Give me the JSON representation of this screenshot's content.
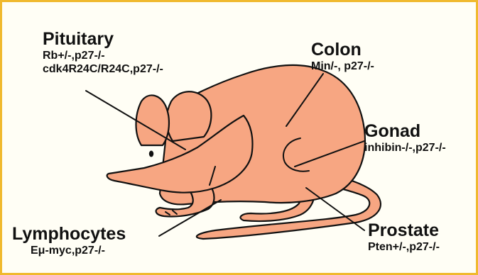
{
  "colors": {
    "border": "#f0b92e",
    "background": "#fffef5",
    "mouse_fill": "#f7a682",
    "outline": "#111111"
  },
  "labels": {
    "pituitary": {
      "title": "Pituitary",
      "genotypes": [
        "Rb+/-,p27-/-",
        "cdk4R24C/R24C,p27-/-"
      ]
    },
    "colon": {
      "title": "Colon",
      "genotypes": [
        "Min/-, p27-/-"
      ]
    },
    "gonad": {
      "title": "Gonad",
      "genotypes": [
        "inhibin-/-,p27-/-"
      ]
    },
    "lymphocytes": {
      "title": "Lymphocytes",
      "genotypes": [
        "Eμ-myc,p27-/-"
      ]
    },
    "prostate": {
      "title": "Prostate",
      "genotypes": [
        "Pten+/-,p27-/-"
      ]
    }
  }
}
